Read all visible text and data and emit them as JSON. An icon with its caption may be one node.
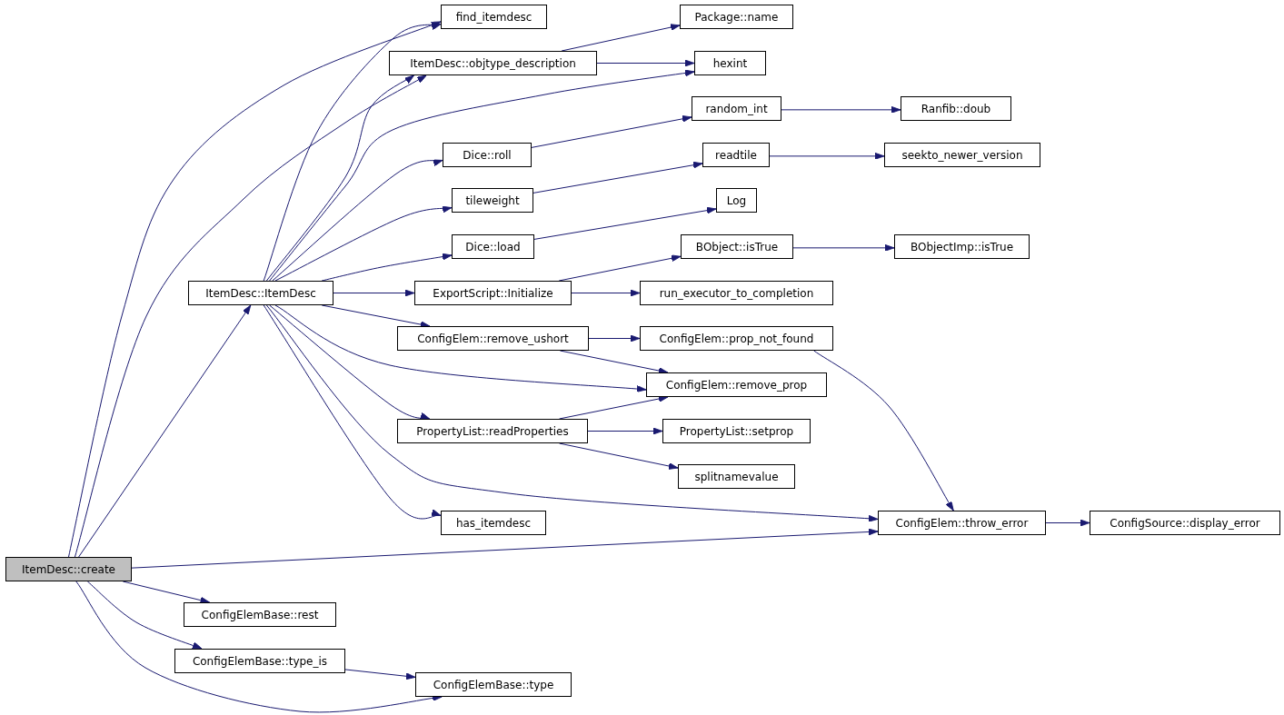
{
  "diagram": {
    "nodes": [
      {
        "text": [
          "ItemDesc::create"
        ]
      },
      {
        "text": [
          "find_itemdesc"
        ]
      },
      {
        "text": [
          "Package::name"
        ]
      },
      {
        "text": [
          "ItemDesc::objtype_description"
        ]
      },
      {
        "text": [
          "hexint"
        ]
      },
      {
        "text": [
          "random_int"
        ]
      },
      {
        "text": [
          "Ranfib::doub"
        ]
      },
      {
        "text": [
          "Dice::roll"
        ]
      },
      {
        "text": [
          "readtile"
        ]
      },
      {
        "text": [
          "seekto_newer_version"
        ]
      },
      {
        "text": [
          "tileweight"
        ]
      },
      {
        "text": [
          "Log"
        ]
      },
      {
        "text": [
          "Dice::load"
        ]
      },
      {
        "text": [
          "BObject::isTrue"
        ]
      },
      {
        "text": [
          "BObjectImp::isTrue"
        ]
      },
      {
        "text": [
          "ItemDesc::ItemDesc"
        ]
      },
      {
        "text": [
          "ExportScript::Initialize"
        ]
      },
      {
        "text": [
          "run_executor_to_completion"
        ]
      },
      {
        "text": [
          "ConfigElem::remove_ushort"
        ]
      },
      {
        "text": [
          "ConfigElem::prop_not_found"
        ]
      },
      {
        "text": [
          "ConfigElem::remove_prop"
        ]
      },
      {
        "text": [
          "PropertyList::readProperties"
        ]
      },
      {
        "text": [
          "PropertyList::setprop"
        ]
      },
      {
        "text": [
          "splitnamevalue"
        ]
      },
      {
        "text": [
          "has_itemdesc"
        ]
      },
      {
        "text": [
          "ConfigElem::throw_error"
        ]
      },
      {
        "text": [
          "ConfigSource::display_error"
        ]
      },
      {
        "text": [
          "ConfigElemBase::rest"
        ]
      },
      {
        "text": [
          "ConfigElemBase::type_is"
        ]
      },
      {
        "text": [
          "ConfigElemBase::type"
        ]
      }
    ],
    "edges": [
      {
        "from": 0,
        "to": 1,
        "arrow": "to"
      },
      {
        "from": 0,
        "to": 3,
        "arrow": "to"
      },
      {
        "from": 0,
        "to": 15,
        "arrow": "to"
      },
      {
        "from": 0,
        "to": 25,
        "arrow": "to"
      },
      {
        "from": 0,
        "to": 27,
        "arrow": "to"
      },
      {
        "from": 0,
        "to": 28,
        "arrow": "to"
      },
      {
        "from": 0,
        "to": 29,
        "arrow": "to"
      },
      {
        "from": 3,
        "to": 2,
        "arrow": "to"
      },
      {
        "from": 3,
        "to": 4,
        "arrow": "to"
      },
      {
        "from": 15,
        "to": 1,
        "arrow": "to"
      },
      {
        "from": 15,
        "to": 3,
        "arrow": "to"
      },
      {
        "from": 15,
        "to": 4,
        "arrow": "to"
      },
      {
        "from": 15,
        "to": 7,
        "arrow": "to"
      },
      {
        "from": 15,
        "to": 10,
        "arrow": "to"
      },
      {
        "from": 15,
        "to": 12,
        "arrow": "to"
      },
      {
        "from": 15,
        "to": 16,
        "arrow": "to"
      },
      {
        "from": 15,
        "to": 18,
        "arrow": "to"
      },
      {
        "from": 15,
        "to": 20,
        "arrow": "to"
      },
      {
        "from": 15,
        "to": 21,
        "arrow": "to"
      },
      {
        "from": 15,
        "to": 24,
        "arrow": "to"
      },
      {
        "from": 15,
        "to": 25,
        "arrow": "to"
      },
      {
        "from": 7,
        "to": 5,
        "arrow": "to"
      },
      {
        "from": 5,
        "to": 6,
        "arrow": "to"
      },
      {
        "from": 10,
        "to": 8,
        "arrow": "to"
      },
      {
        "from": 8,
        "to": 9,
        "arrow": "to"
      },
      {
        "from": 12,
        "to": 11,
        "arrow": "to"
      },
      {
        "from": 16,
        "to": 13,
        "arrow": "to"
      },
      {
        "from": 16,
        "to": 17,
        "arrow": "to"
      },
      {
        "from": 13,
        "to": 14,
        "arrow": "to"
      },
      {
        "from": 18,
        "to": 19,
        "arrow": "to"
      },
      {
        "from": 18,
        "to": 20,
        "arrow": "to"
      },
      {
        "from": 19,
        "to": 25,
        "arrow": "to"
      },
      {
        "from": 21,
        "to": 20,
        "arrow": "to"
      },
      {
        "from": 21,
        "to": 22,
        "arrow": "to"
      },
      {
        "from": 21,
        "to": 23,
        "arrow": "to"
      },
      {
        "from": 25,
        "to": 26,
        "arrow": "to"
      },
      {
        "from": 28,
        "to": 29,
        "arrow": "to"
      }
    ]
  }
}
